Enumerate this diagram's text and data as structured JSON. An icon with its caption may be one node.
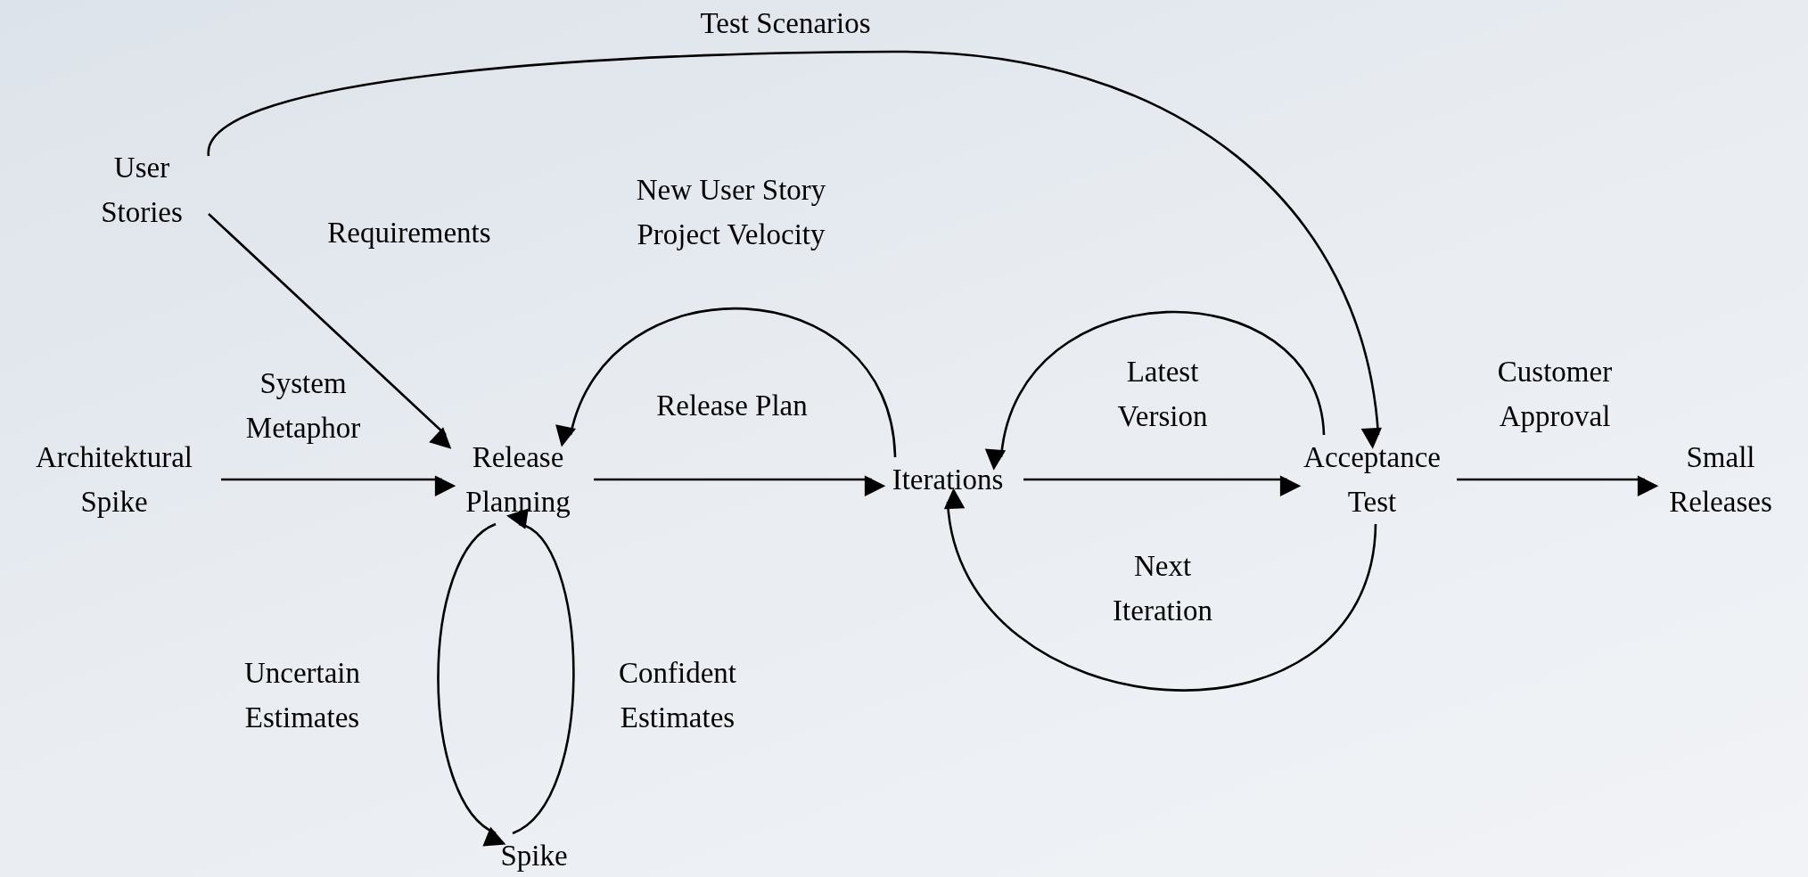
{
  "diagram": {
    "nodes": [
      {
        "text": [
          "User Stories"
        ]
      },
      {
        "text": [
          "Architektural Spike"
        ]
      },
      {
        "text": [
          "Release Planning"
        ]
      },
      {
        "text": [
          "Iterations"
        ]
      },
      {
        "text": [
          "Acceptance Test"
        ]
      },
      {
        "text": [
          "Small Releases"
        ]
      },
      {
        "text": [
          "Spike"
        ]
      }
    ],
    "edges": [
      {
        "from": 0,
        "to": 4,
        "arrow": "to",
        "label": "Test Scenarios"
      },
      {
        "from": 0,
        "to": 2,
        "arrow": "to",
        "label": "Requirements"
      },
      {
        "from": 1,
        "to": 2,
        "arrow": "to",
        "label": "System Metaphor"
      },
      {
        "from": 2,
        "to": 3,
        "arrow": "to",
        "label": "Release Plan"
      },
      {
        "from": 3,
        "to": 2,
        "arrow": "to",
        "label": "New User Story Project Velocity"
      },
      {
        "from": 3,
        "to": 4,
        "arrow": "to",
        "label": "Latest Version"
      },
      {
        "from": 4,
        "to": 3,
        "arrow": "to"
      },
      {
        "from": 4,
        "to": 3,
        "arrow": "to",
        "label": "Next Iteration"
      },
      {
        "from": 4,
        "to": 5,
        "arrow": "to",
        "label": "Customer Approval"
      },
      {
        "from": 2,
        "to": 6,
        "arrow": "to",
        "label": "Uncertain Estimates"
      },
      {
        "from": 6,
        "to": 2,
        "arrow": "to",
        "label": "Confident Estimates"
      }
    ]
  }
}
